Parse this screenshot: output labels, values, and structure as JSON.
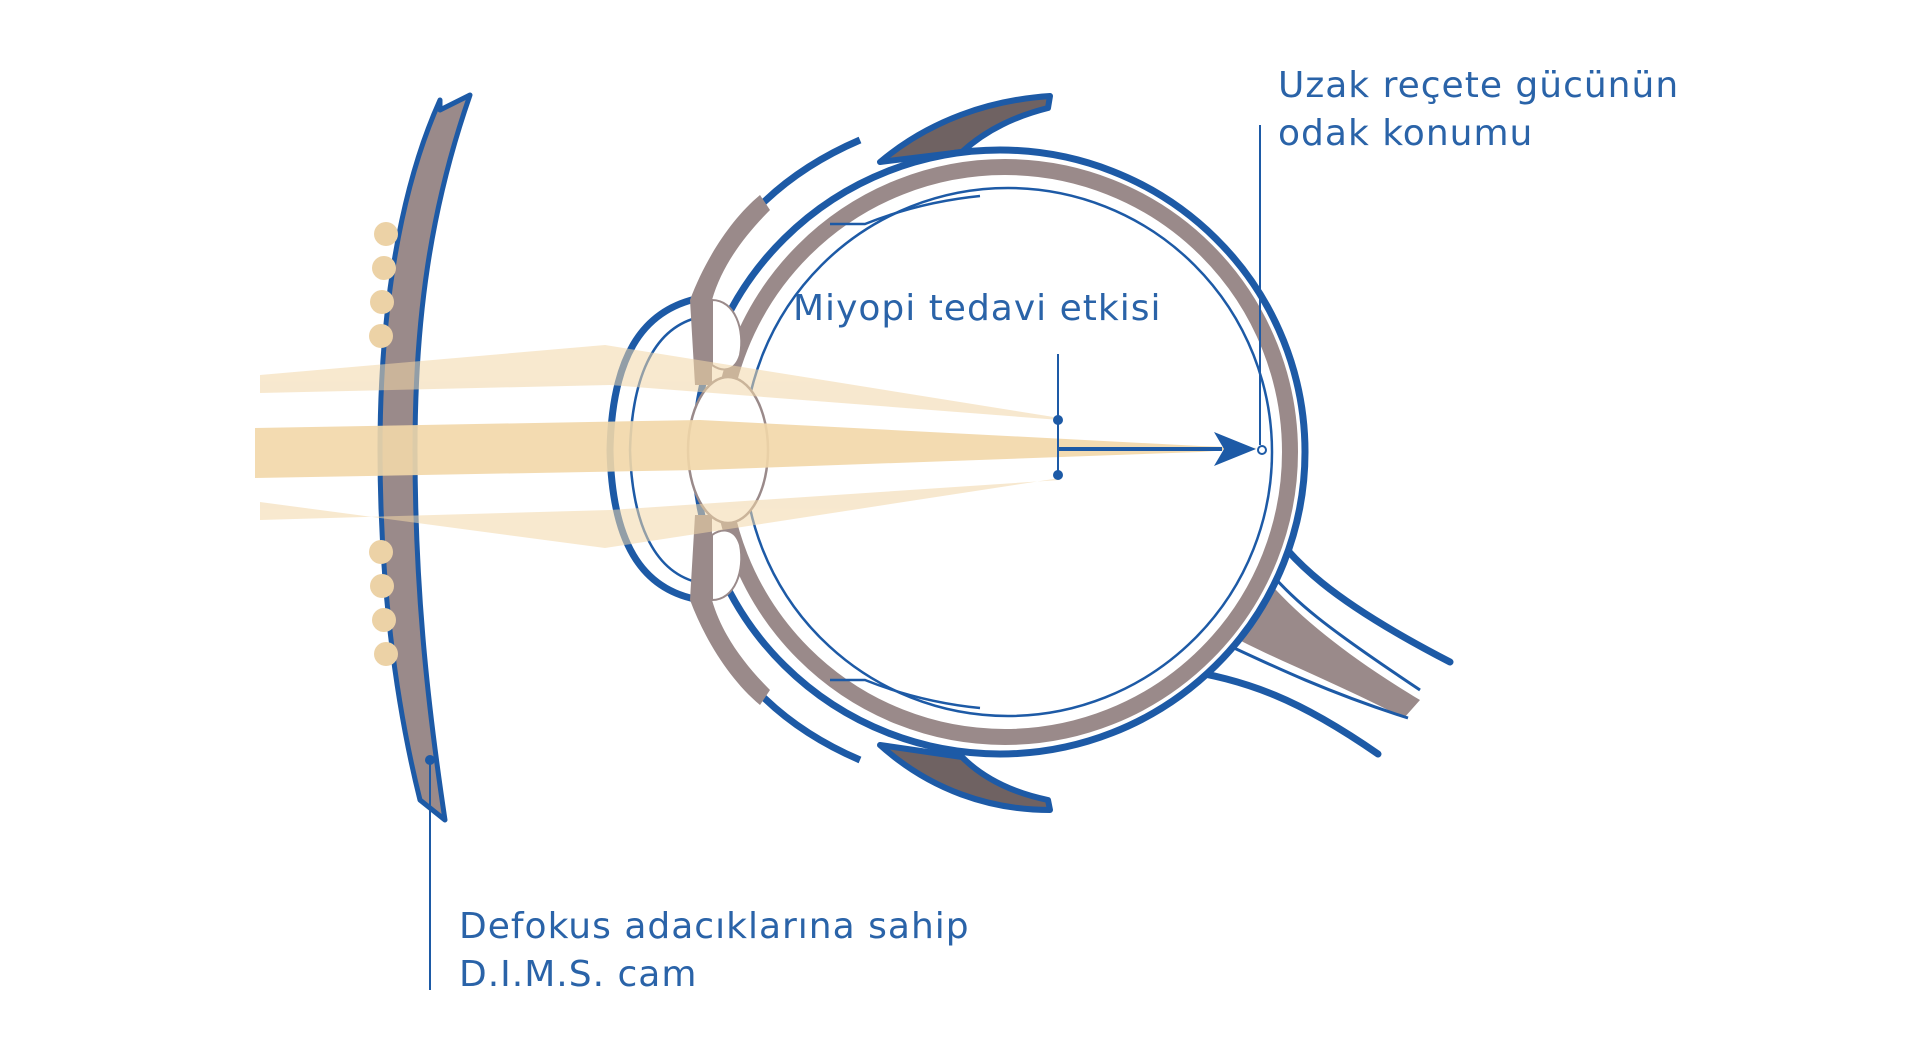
{
  "labels": {
    "far_focus_line1": "Uzak reçete gücünün",
    "far_focus_line2": "odak konumu",
    "myopia_effect": "Miyopi tedavi etkisi",
    "lens_line1": "Defokus adacıklarına sahip",
    "lens_line2": "D.I.M.S. cam"
  },
  "colors": {
    "blue": "#1d5aa6",
    "label_blue": "#2a63a8",
    "tissue": "#9a8a8a",
    "dark_tissue": "#6f5f5f",
    "light_beam": "#f2d7a8",
    "lens_island": "#ecd2a6"
  }
}
